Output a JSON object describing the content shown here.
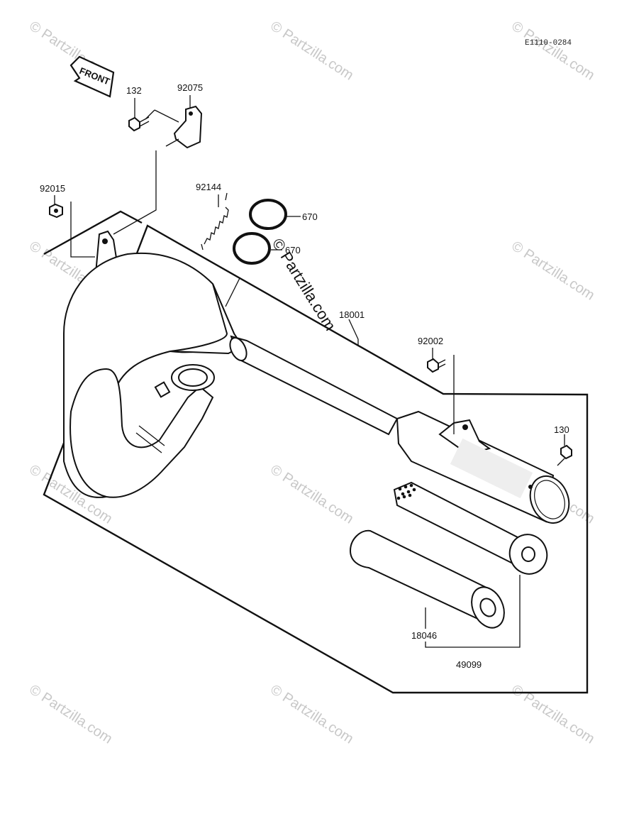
{
  "diagram": {
    "code": "E1110-0284",
    "front_label": "FRONT",
    "watermark": "© Partzilla.com",
    "labels": {
      "p132": "132",
      "p92075": "92075",
      "p92015": "92015",
      "p92144": "92144",
      "p670a": "670",
      "p670b": "670",
      "p18001": "18001",
      "p92002": "92002",
      "p130": "130",
      "p18046": "18046",
      "p49099": "49099"
    }
  }
}
